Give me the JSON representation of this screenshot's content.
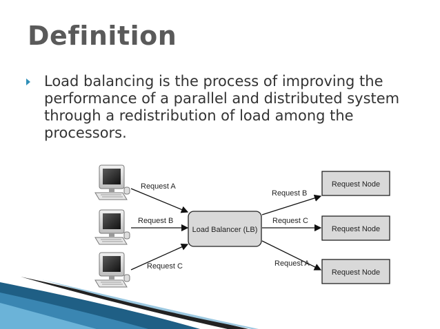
{
  "title": "Definition",
  "bullet": {
    "text": "Load balancing is the process of improving the performance of a parallel and distributed system through a redistribution of load among the processors."
  },
  "diagram": {
    "balancer_label": "Load Balancer (LB)",
    "clients": [
      {
        "request_label": "Request A"
      },
      {
        "request_label": "Request B"
      },
      {
        "request_label": "Request C"
      }
    ],
    "nodes": [
      {
        "label": "Request Node",
        "request_label": "Request B"
      },
      {
        "label": "Request Node",
        "request_label": "Request C"
      },
      {
        "label": "Request Node",
        "request_label": "Request A"
      }
    ]
  },
  "colors": {
    "bullet": "#2f8fb8",
    "box_fill": "#d9d9d9",
    "corner_dark": "#1f5f85",
    "corner_light": "#5fa8cf"
  }
}
